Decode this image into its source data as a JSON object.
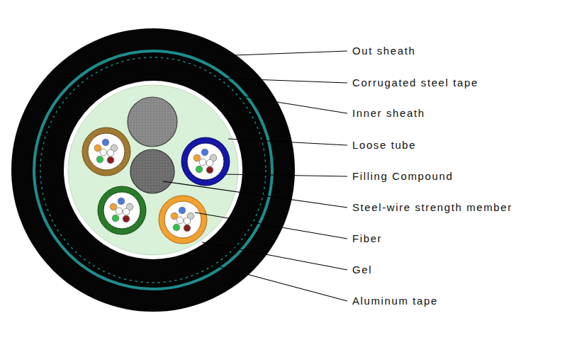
{
  "diagram": {
    "labels": [
      "Out sheath",
      "Corrugated steel tape",
      "Inner sheath",
      "Loose tube",
      "Filling Compound",
      "Steel-wire strength member",
      "Fiber",
      "Gel",
      "Aluminum tape"
    ]
  }
}
